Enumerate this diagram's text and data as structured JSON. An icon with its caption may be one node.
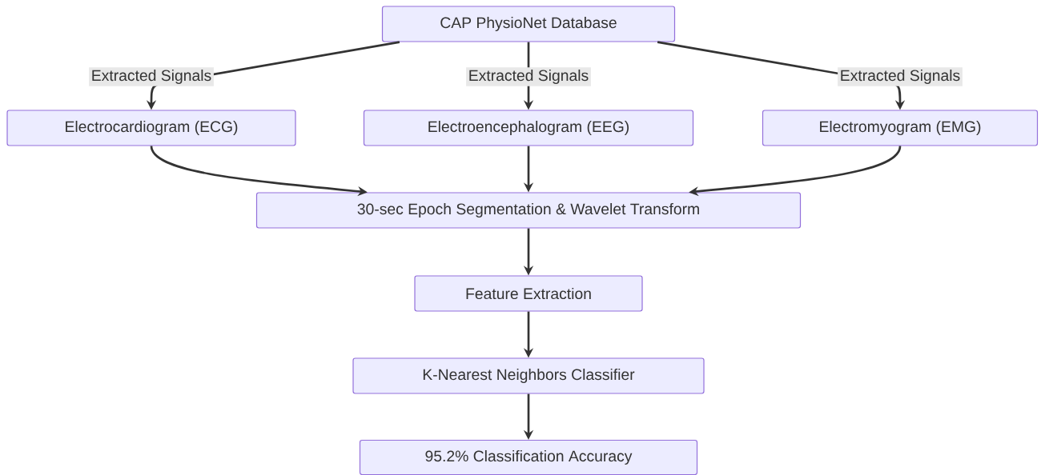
{
  "diagram": {
    "nodes": [
      {
        "text": [
          "CAP PhysioNet Database"
        ]
      },
      {
        "text": [
          "Electrocardiogram (ECG)"
        ]
      },
      {
        "text": [
          "Electroencephalogram (EEG)"
        ]
      },
      {
        "text": [
          "Electromyogram (EMG)"
        ]
      },
      {
        "text": [
          "30-sec Epoch Segmentation & Wavelet Transform"
        ]
      },
      {
        "text": [
          "Feature Extraction"
        ]
      },
      {
        "text": [
          "K-Nearest Neighbors Classifier"
        ]
      },
      {
        "text": [
          "95.2% Classification Accuracy"
        ]
      }
    ],
    "edges": [
      {
        "from": 0,
        "to": 1,
        "arrow": "to",
        "label": "Extracted Signals"
      },
      {
        "from": 0,
        "to": 2,
        "arrow": "to",
        "label": "Extracted Signals"
      },
      {
        "from": 0,
        "to": 3,
        "arrow": "to",
        "label": "Extracted Signals"
      },
      {
        "from": 1,
        "to": 4,
        "arrow": "to"
      },
      {
        "from": 2,
        "to": 4,
        "arrow": "to"
      },
      {
        "from": 3,
        "to": 4,
        "arrow": "to"
      },
      {
        "from": 4,
        "to": 5,
        "arrow": "to"
      },
      {
        "from": 5,
        "to": 6,
        "arrow": "to"
      },
      {
        "from": 6,
        "to": 7,
        "arrow": "to"
      }
    ]
  }
}
